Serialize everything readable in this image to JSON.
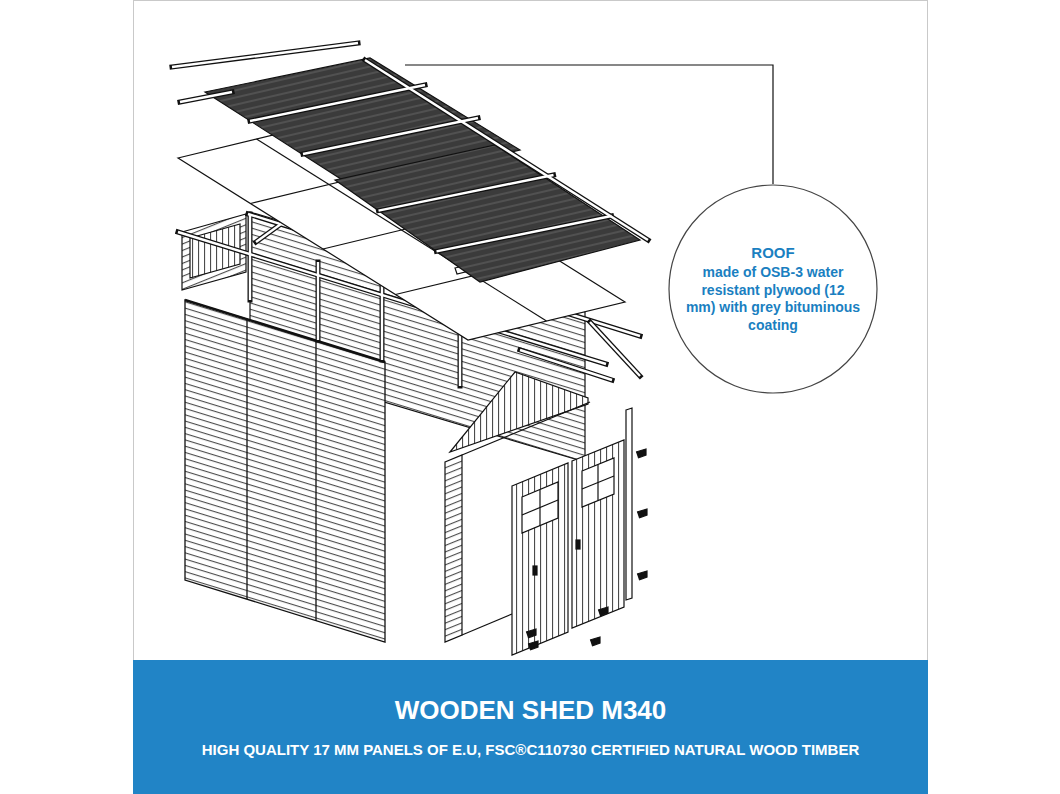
{
  "diagram": {
    "nodes": [
      {
        "text": [
          "ROOF",
          "made of OSB-3 water resistant plywood (12 mm) with grey bituminous coating"
        ]
      },
      {
        "text": [
          "WOODEN SHED M340",
          "HIGH QUALITY 17 MM PANELS OF E.U, FSC®C110730 CERTIFIED NATURAL WOOD TIMBER"
        ]
      }
    ]
  }
}
